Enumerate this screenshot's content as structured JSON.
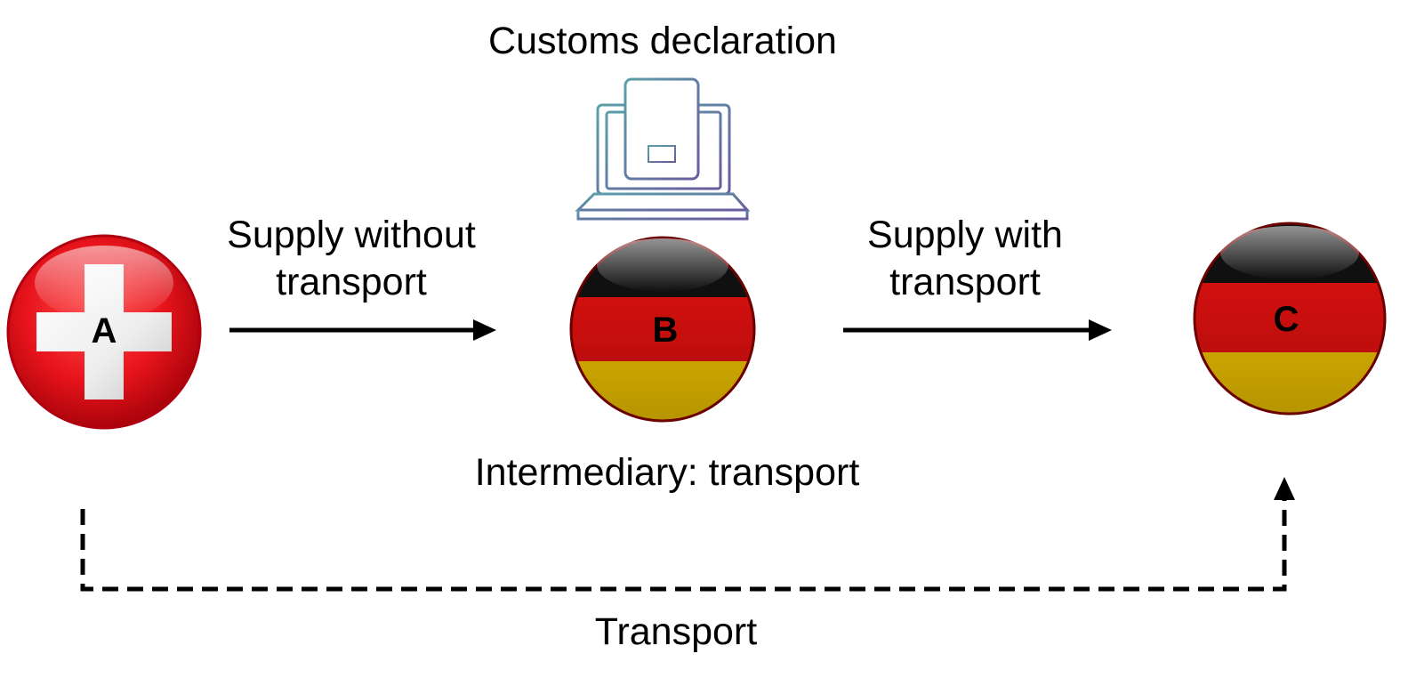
{
  "diagram": {
    "labels": {
      "customs_declaration": "Customs declaration",
      "supply_without_transport": "Supply without transport",
      "supply_with_transport": "Supply with transport",
      "intermediary": "Intermediary: transport",
      "transport": "Transport"
    },
    "nodes": [
      {
        "id": "A",
        "letter": "A",
        "flag": "switzerland-flag-icon"
      },
      {
        "id": "B",
        "letter": "B",
        "flag": "germany-flag-icon"
      },
      {
        "id": "C",
        "letter": "C",
        "flag": "germany-flag-icon"
      }
    ],
    "edges": [
      {
        "from": "A",
        "to": "B",
        "style": "solid",
        "label": "Supply without transport"
      },
      {
        "from": "B",
        "to": "C",
        "style": "solid",
        "label": "Supply with transport"
      },
      {
        "from": "A",
        "to": "C",
        "style": "dashed",
        "label": "Transport"
      }
    ],
    "icons": {
      "customs": "laptop-document-icon"
    },
    "colors": {
      "swiss_red": "#e8141b",
      "german_black": "#111111",
      "german_red": "#e3110f",
      "german_gold": "#f2c500",
      "laptop_stroke": "#5a7fa0",
      "arrow": "#000000"
    }
  }
}
